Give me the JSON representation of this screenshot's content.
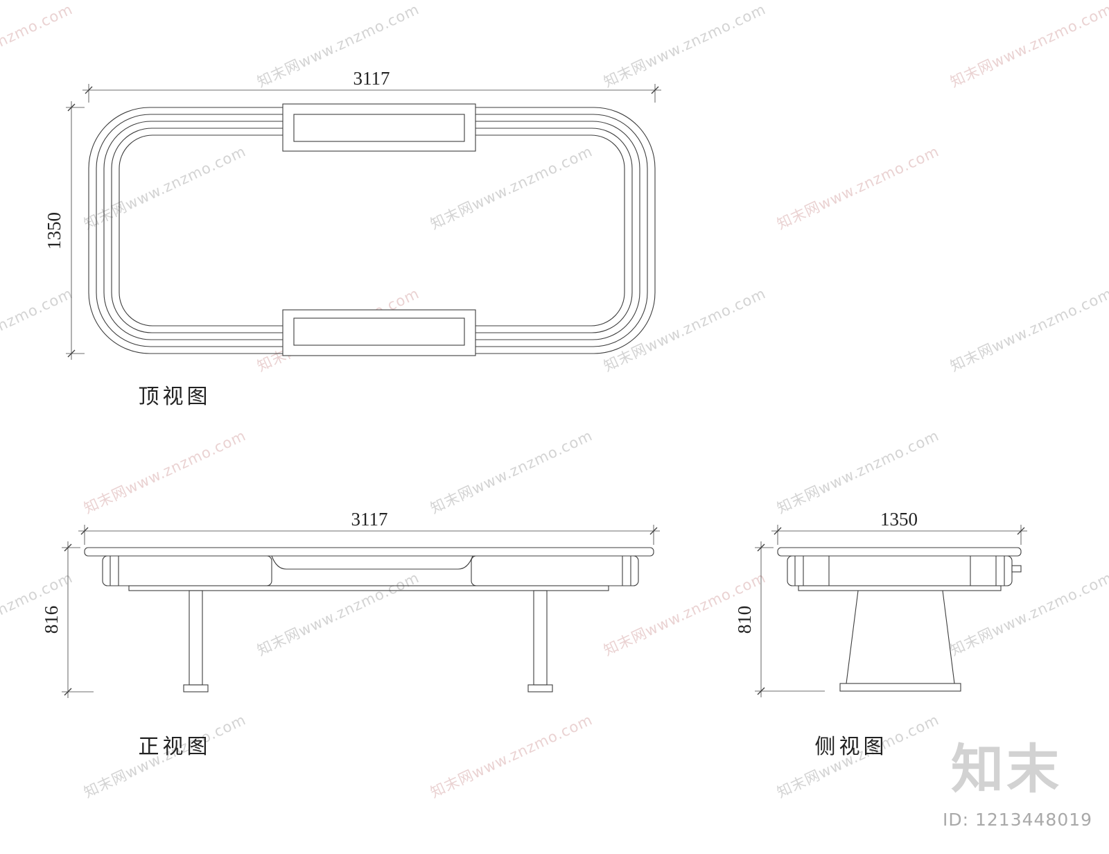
{
  "watermark": {
    "text": "知末网www.znzmo.com"
  },
  "brand": {
    "logo": "知末",
    "id": "ID: 1213448019"
  },
  "views": {
    "top": {
      "label": "顶视图",
      "width": "3117",
      "height": "1350"
    },
    "front": {
      "label": "正视图",
      "width": "3117",
      "height": "816"
    },
    "side": {
      "label": "侧视图",
      "width": "1350",
      "height": "810"
    }
  }
}
